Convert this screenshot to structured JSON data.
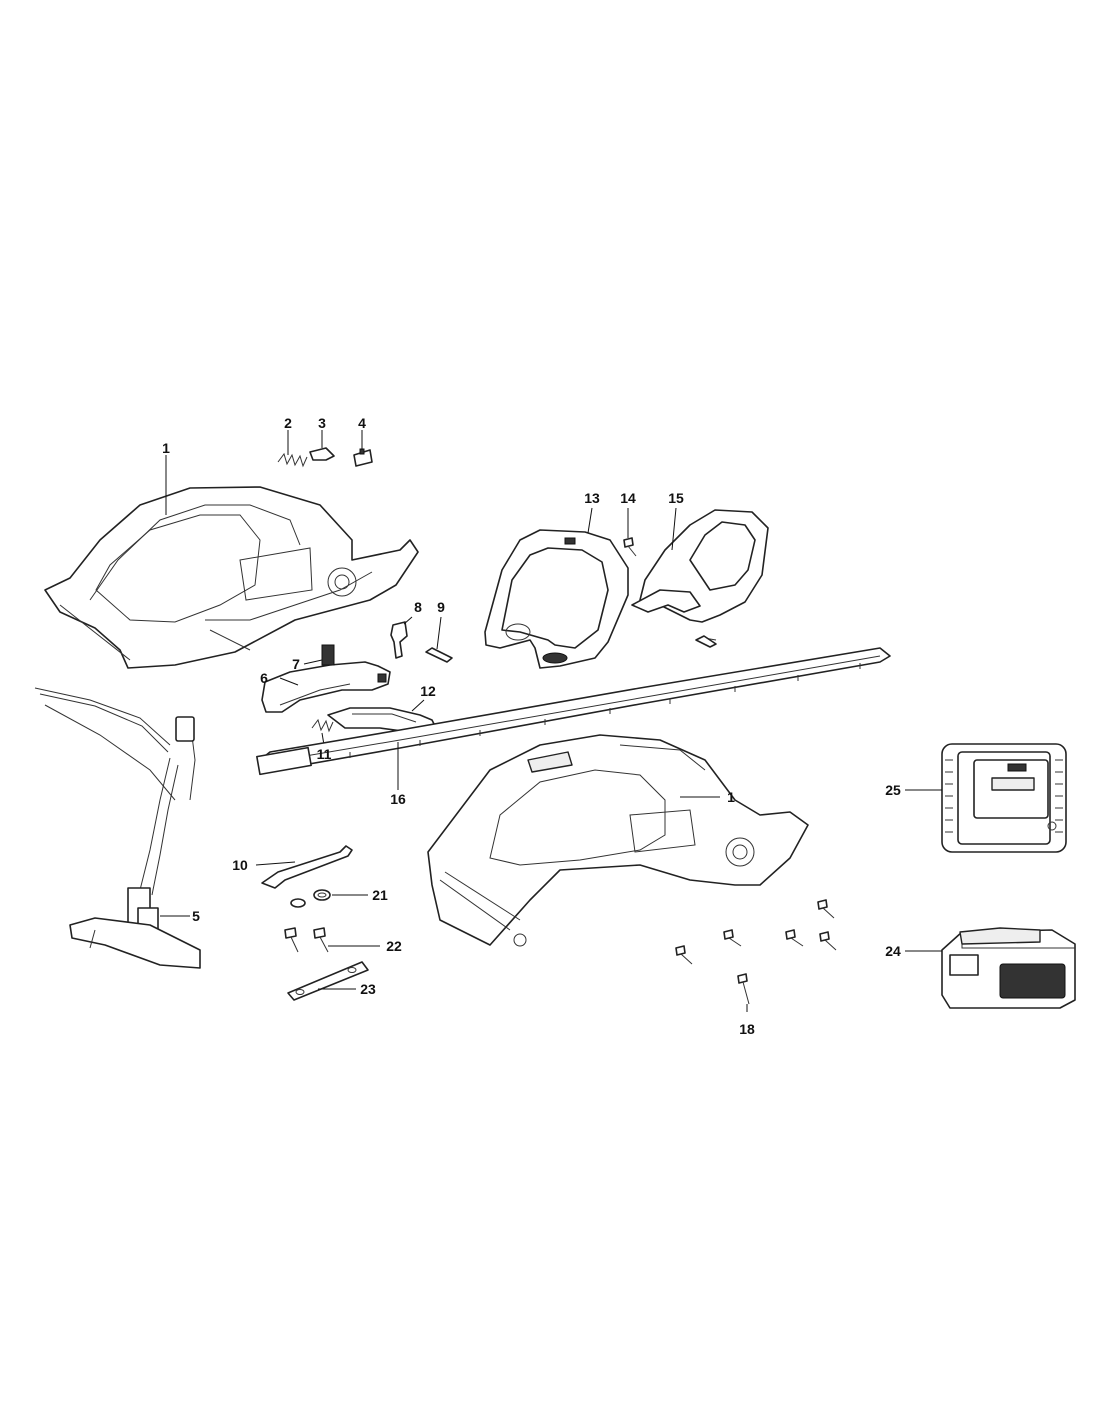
{
  "callouts": {
    "c1a": "1",
    "c2": "2",
    "c3": "3",
    "c4": "4",
    "c5": "5",
    "c6": "6",
    "c7": "7",
    "c8": "8",
    "c9": "9",
    "c10": "10",
    "c11": "11",
    "c12": "12",
    "c13": "13",
    "c14": "14",
    "c15": "15",
    "c16": "16",
    "c1b": "1",
    "c18": "18",
    "c21": "21",
    "c22": "22",
    "c23": "23",
    "c24": "24",
    "c25": "25"
  },
  "colors": {
    "line": "#222222",
    "background": "#ffffff"
  }
}
